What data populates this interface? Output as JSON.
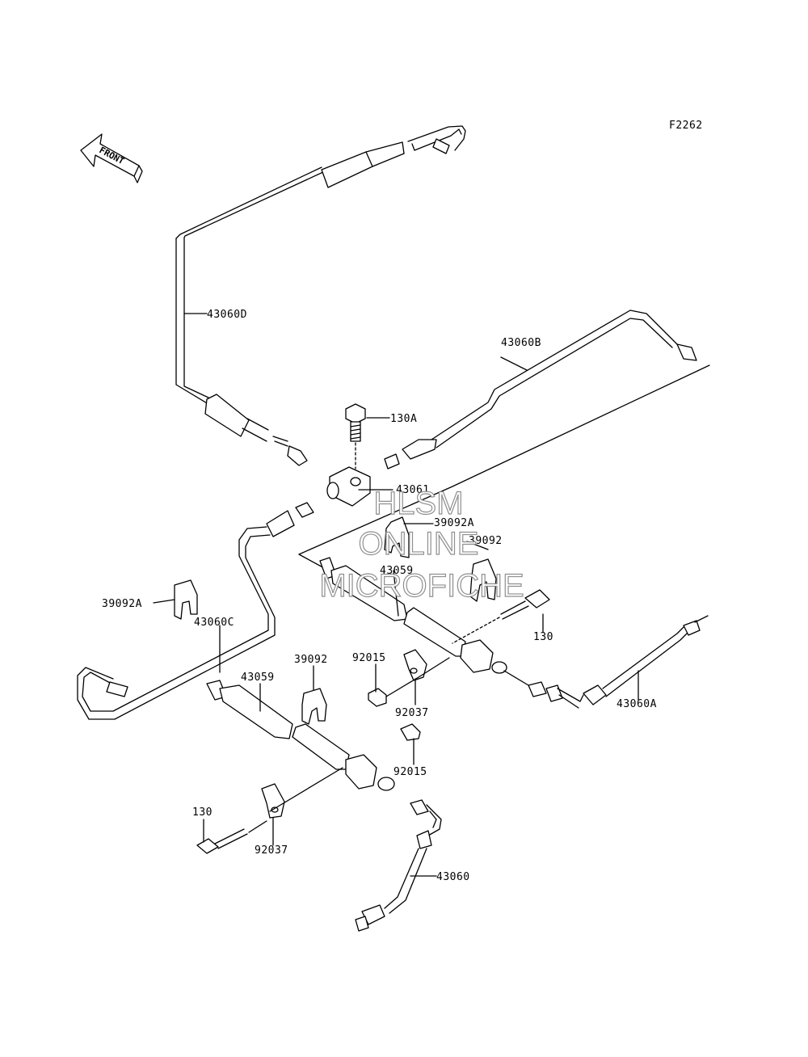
{
  "figure": {
    "code": "F2262",
    "direction_label": "FRONT"
  },
  "labels": {
    "p43060D": "43060D",
    "p43060B": "43060B",
    "p130A": "130A",
    "p43061": "43061",
    "p39092A_top": "39092A",
    "p39092_top": "39092",
    "p43059_top": "43059",
    "p39092A_left": "39092A",
    "p43060C": "43060C",
    "p130_right": "130",
    "p43060A": "43060A",
    "p39092_mid": "39092",
    "p92015_top": "92015",
    "p43059_mid": "43059",
    "p92037_top": "92037",
    "p92015_bot": "92015",
    "p130_left": "130",
    "p92037_bot": "92037",
    "p43060": "43060"
  },
  "watermark": {
    "line1": "HLSM",
    "line2": "ONLINE",
    "line3": "MICROFICHE"
  }
}
